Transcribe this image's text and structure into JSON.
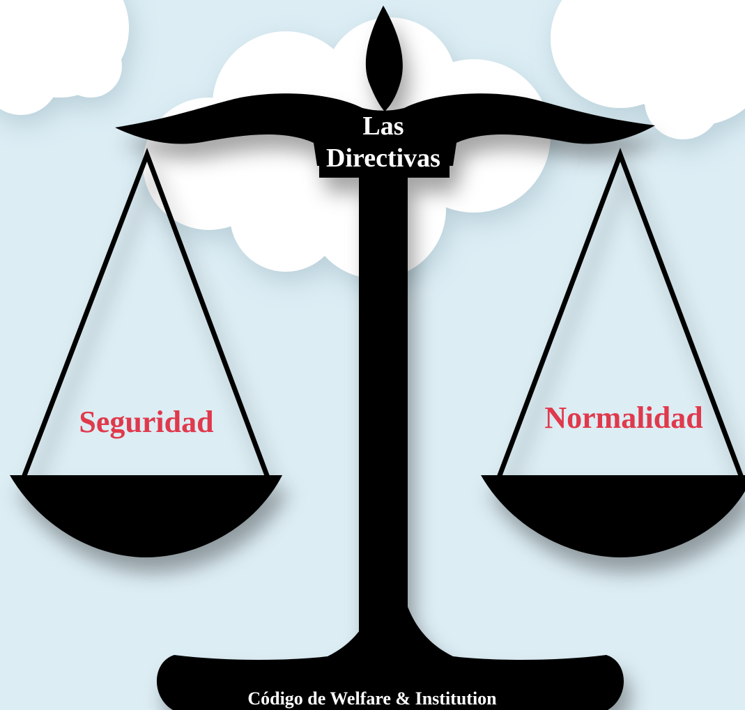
{
  "diagram": {
    "top_label_line1": "Las",
    "top_label_line2": "Directivas",
    "left_pan_label": "Seguridad",
    "right_pan_label": "Normalidad",
    "base_label": "Código de Welfare & Institution"
  },
  "colors": {
    "sky": "#dcedf4",
    "cloud": "#ffffff",
    "scale": "#000000",
    "pan_label": "#e0394c",
    "beam_label": "#ffffff"
  }
}
